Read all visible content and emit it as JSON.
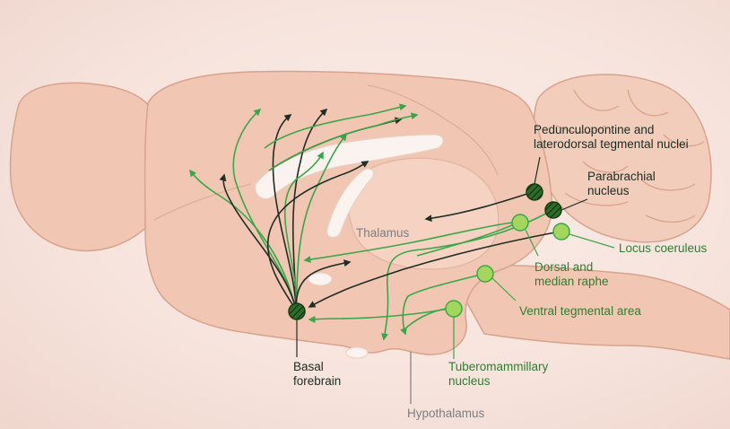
{
  "labels": {
    "pedunculopontine_line1": "Pedunculopontine and",
    "pedunculopontine_line2": "laterodorsal tegmental nuclei",
    "parabrachial_line1": "Parabrachial",
    "parabrachial_line2": "nucleus",
    "thalamus": "Thalamus",
    "locus_coeruleus": "Locus coeruleus",
    "dorsal_raphe_line1": "Dorsal and",
    "dorsal_raphe_line2": "median raphe",
    "ventral_tegmental_area": "Ventral tegmental area",
    "basal_forebrain_line1": "Basal",
    "basal_forebrain_line2": "forebrain",
    "tuberomammillary_line1": "Tuberomammillary",
    "tuberomammillary_line2": "nucleus",
    "hypothalamus": "Hypothalamus"
  },
  "colors": {
    "brain_fill": "#f1c7b3",
    "brain_outline": "#d9a28c",
    "dark_pathway": "#1f2d25",
    "green_pathway": "#3aa64a",
    "light_nucleus": "#a4d65e",
    "dark_nucleus": "#2e6b2a"
  }
}
